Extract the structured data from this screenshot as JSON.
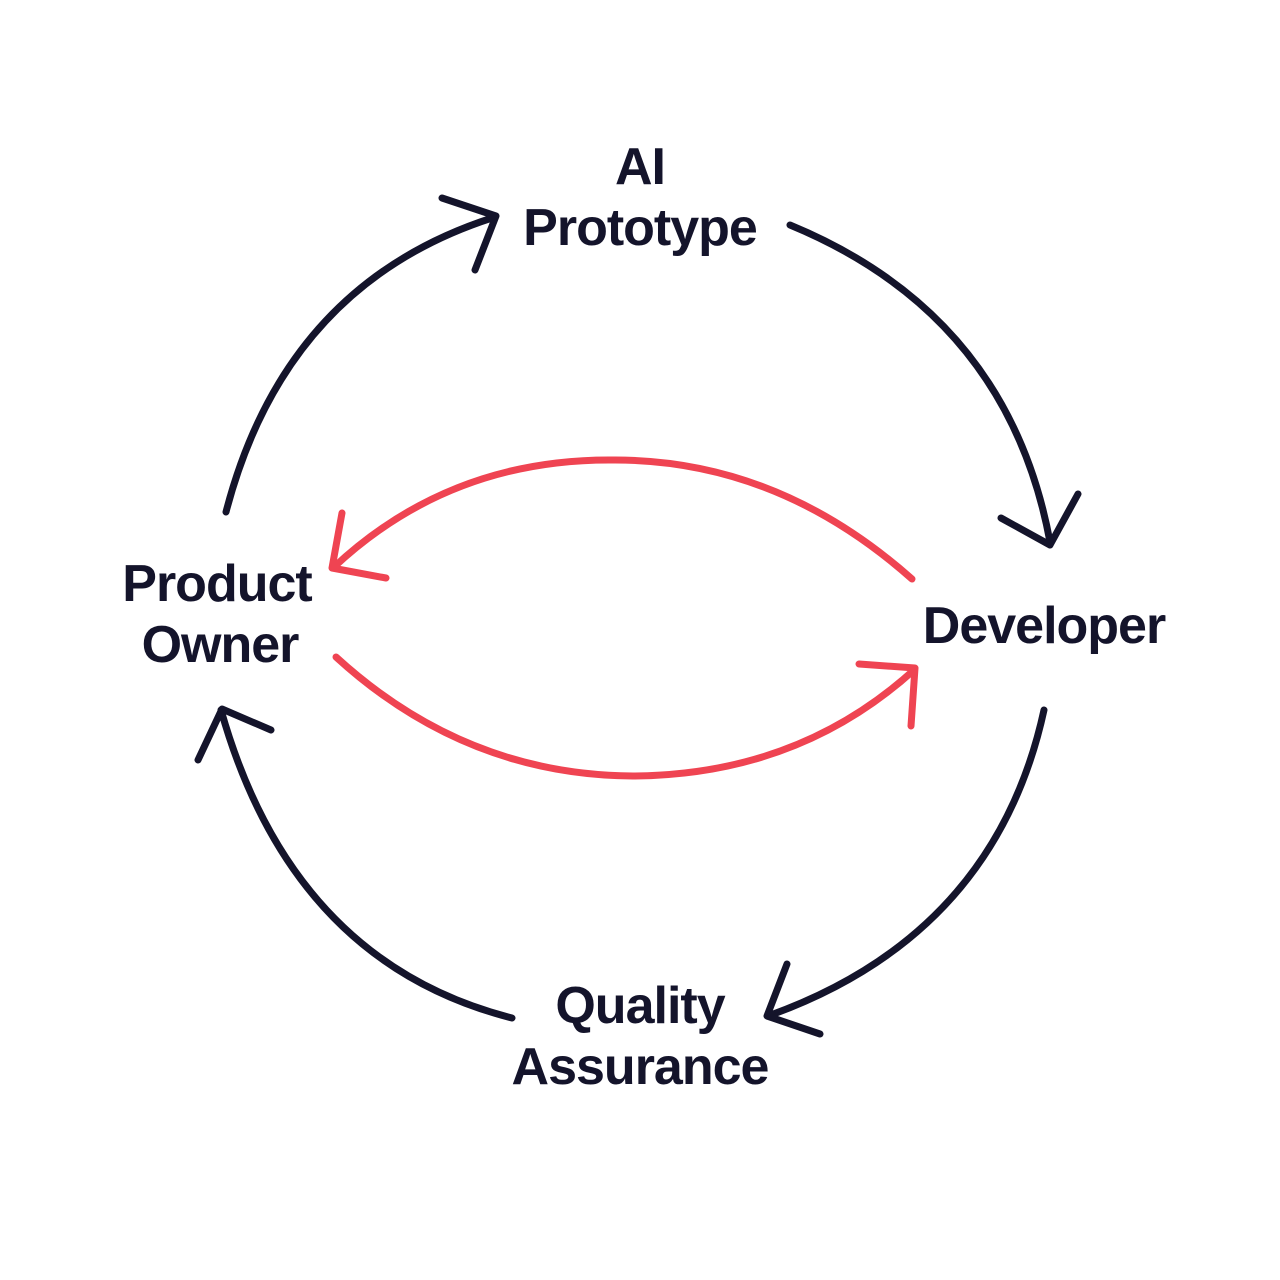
{
  "nodes": {
    "ai_prototype": {
      "line1": "AI",
      "line2": "Prototype"
    },
    "developer": {
      "line1": "Developer"
    },
    "quality_assurance": {
      "line1": "Quality",
      "line2": "Assurance"
    },
    "product_owner": {
      "line1": "Product",
      "line2": "Owner"
    }
  },
  "colors": {
    "cycle_arrows": "#14142b",
    "exchange_arrows": "#ef4452",
    "background": "#ffffff"
  }
}
